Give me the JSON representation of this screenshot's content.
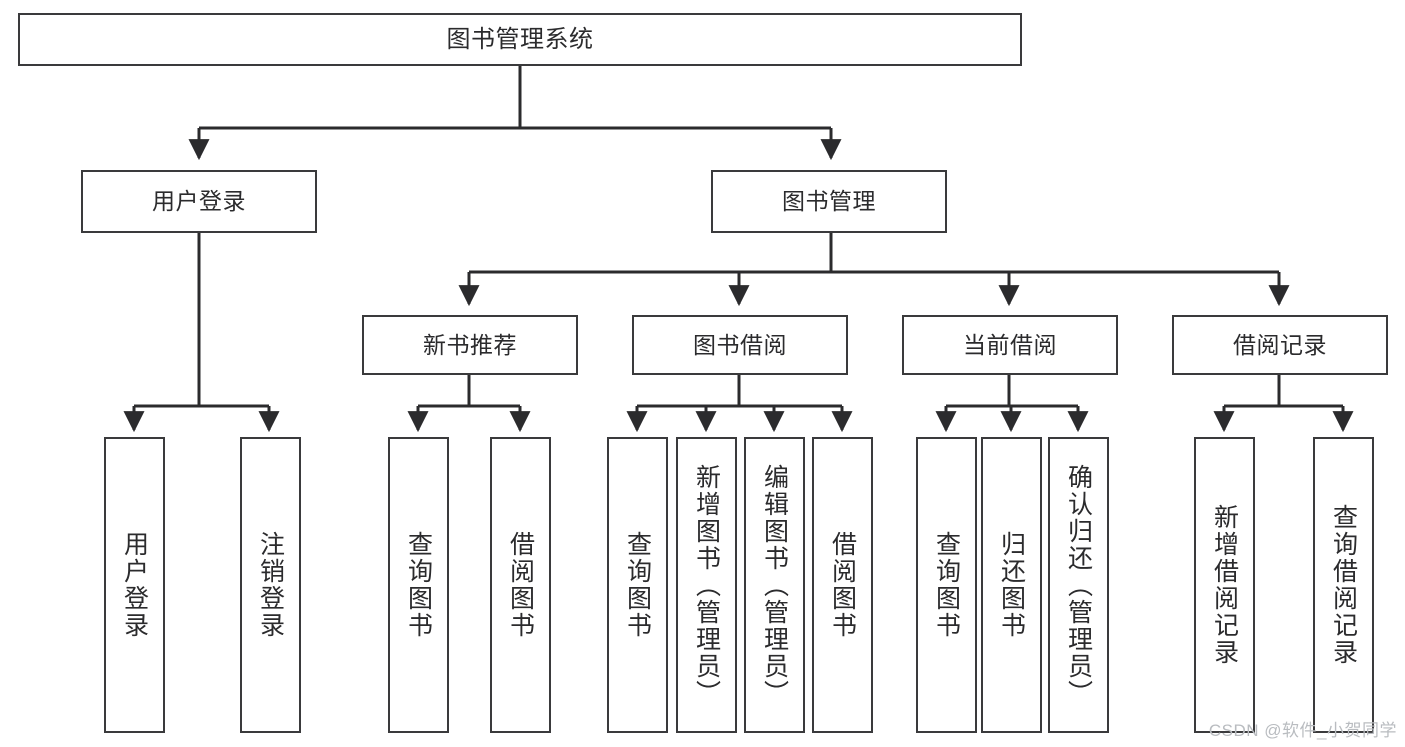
{
  "diagram": {
    "title": "图书管理系统",
    "type": "tree-hierarchy",
    "watermark": "CSDN @软件_小贺同学",
    "colors": {
      "box_border": "#3a3a3c",
      "box_fill": "#ffffff",
      "edge": "#2b2b2d",
      "text": "#2b2b2d",
      "watermark": "#b9bcc0",
      "background": "#ffffff"
    }
  },
  "nodes": {
    "root": {
      "label": "图书管理系统"
    },
    "level2": [
      {
        "id": "user-login",
        "label": "用户登录"
      },
      {
        "id": "book-manage",
        "label": "图书管理"
      }
    ],
    "level3": [
      {
        "id": "new-book-recommend",
        "label": "新书推荐"
      },
      {
        "id": "book-borrow",
        "label": "图书借阅"
      },
      {
        "id": "current-borrow",
        "label": "当前借阅"
      },
      {
        "id": "borrow-record",
        "label": "借阅记录"
      }
    ],
    "leaves": {
      "user_login": [
        {
          "id": "leaf-user-login",
          "label": "用户登录"
        },
        {
          "id": "leaf-logout-login",
          "label": "注销登录"
        }
      ],
      "new_book_recommend": [
        {
          "id": "leaf-query-book-1",
          "label": "查询图书"
        },
        {
          "id": "leaf-borrow-book-1",
          "label": "借阅图书"
        }
      ],
      "book_borrow": [
        {
          "id": "leaf-query-book-2",
          "label": "查询图书"
        },
        {
          "id": "leaf-add-book",
          "label": "新增图书（管理员）"
        },
        {
          "id": "leaf-edit-book",
          "label": "编辑图书（管理员）"
        },
        {
          "id": "leaf-borrow-book-2",
          "label": "借阅图书"
        }
      ],
      "current_borrow": [
        {
          "id": "leaf-query-book-3",
          "label": "查询图书"
        },
        {
          "id": "leaf-return-book",
          "label": "归还图书"
        },
        {
          "id": "leaf-confirm-return",
          "label": "确认归还（管理员）"
        }
      ],
      "borrow_record": [
        {
          "id": "leaf-add-record",
          "label": "新增借阅记录"
        },
        {
          "id": "leaf-query-record",
          "label": "查询借阅记录"
        }
      ]
    }
  }
}
